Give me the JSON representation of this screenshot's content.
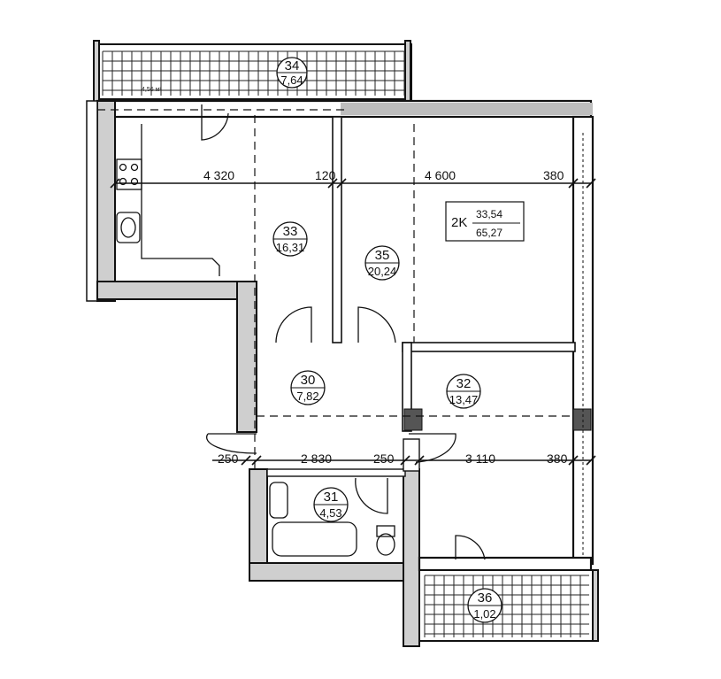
{
  "apartment": {
    "type_label": "2K",
    "living_area": "33,54",
    "total_area": "65,27"
  },
  "rooms": [
    {
      "key": "r34",
      "number": "34",
      "area": "7,64"
    },
    {
      "key": "r33",
      "number": "33",
      "area": "16,31"
    },
    {
      "key": "r35",
      "number": "35",
      "area": "20,24"
    },
    {
      "key": "r30",
      "number": "30",
      "area": "7,82"
    },
    {
      "key": "r32",
      "number": "32",
      "area": "13,47"
    },
    {
      "key": "r31",
      "number": "31",
      "area": "4,53"
    },
    {
      "key": "r36",
      "number": "36",
      "area": "1,02"
    }
  ],
  "dimensions": {
    "top_row": [
      "4 320",
      "120",
      "4 600",
      "380"
    ],
    "bottom_row": [
      "250",
      "2 830",
      "250",
      "3 110",
      "380"
    ]
  },
  "balcony_note": "4,56 м²"
}
